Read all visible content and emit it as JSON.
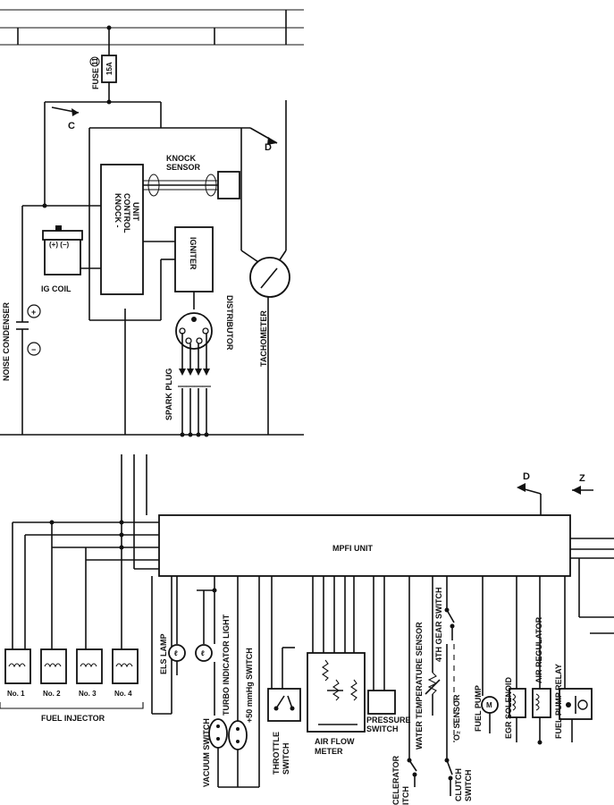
{
  "labels": {
    "fuse": "FUSE",
    "fuse_number": "11",
    "fuse_rating": "15A",
    "arrow_c": "C",
    "arrow_d": "D",
    "knock_sensor": [
      "KNOCK",
      "SENSOR"
    ],
    "knock_unit": [
      "KNOCK -",
      "CONTROL",
      "UNIT"
    ],
    "igniter": "IGNITER",
    "ig_coil": "IG COIL",
    "ig_coil_terminals": "(+) (−)",
    "noise_condenser": "NOISE CONDENSER",
    "distributor": "DISTRIBUTOR",
    "spark_plug": "SPARK PLUG",
    "tachometer": "TACHOMETER",
    "mpfi_unit": "MPFI UNIT",
    "arrow_d_lower": "D",
    "arrow_z": "Z",
    "injectors": [
      "No. 1",
      "No. 2",
      "No. 3",
      "No. 4"
    ],
    "fuel_injector": "FUEL INJECTOR",
    "els_lamp": "ELS LAMP",
    "vacuum_switch": "VACUUM SWITCH",
    "turbo_indicator_light": "TURBO INDICATOR LIGHT",
    "plus50_switch": "+50 mmHg SWITCH",
    "throttle_switch": [
      "THROTTLE",
      "SWITCH"
    ],
    "air_flow_meter": [
      "AIR FLOW",
      "METER"
    ],
    "pressure_switch": [
      "PRESSURE",
      "SWITCH"
    ],
    "accelerator_switch": [
      "CELERATOR",
      "ITCH"
    ],
    "water_temp_sensor": "WATER TEMPERATURE SENSOR",
    "fourth_gear_switch": "4TH GEAR SWITCH",
    "o2_sensor": "O₂ SENSOR",
    "clutch_switch": [
      "CLUTCH",
      "SWITCH"
    ],
    "fuel_pump": "FUEL PUMP",
    "egr_solenoid": "EGR SOLENOID",
    "air_regulator": "AIR REGULATOR",
    "fuel_pump_relay": "FUEL PUMP RELAY"
  }
}
